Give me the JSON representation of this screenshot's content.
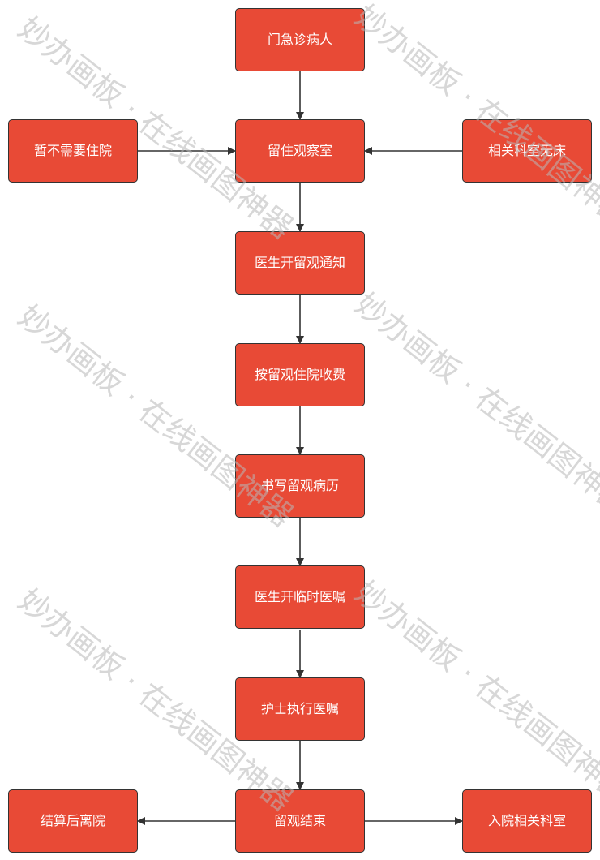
{
  "nodes": {
    "outpatient": "门急诊病人",
    "observation_room": "留住观察室",
    "no_admission_needed": "暂不需要住院",
    "dept_no_bed": "相关科室无床",
    "doctor_observation_notice": "医生开留观通知",
    "charge_observation": "按留观住院收费",
    "write_record": "书写留观病历",
    "doctor_temp_order": "医生开临时医嘱",
    "nurse_execute": "护士执行医嘱",
    "observation_end": "留观结束",
    "settle_discharge": "结算后离院",
    "admit_dept": "入院相关科室"
  },
  "colors": {
    "node_fill": "#e84a36",
    "node_border": "#333333",
    "node_text": "#ffffff",
    "arrow": "#333333",
    "watermark": "#b8b8b8"
  },
  "watermark": {
    "text": "妙办画板 · 在线画图神器"
  }
}
